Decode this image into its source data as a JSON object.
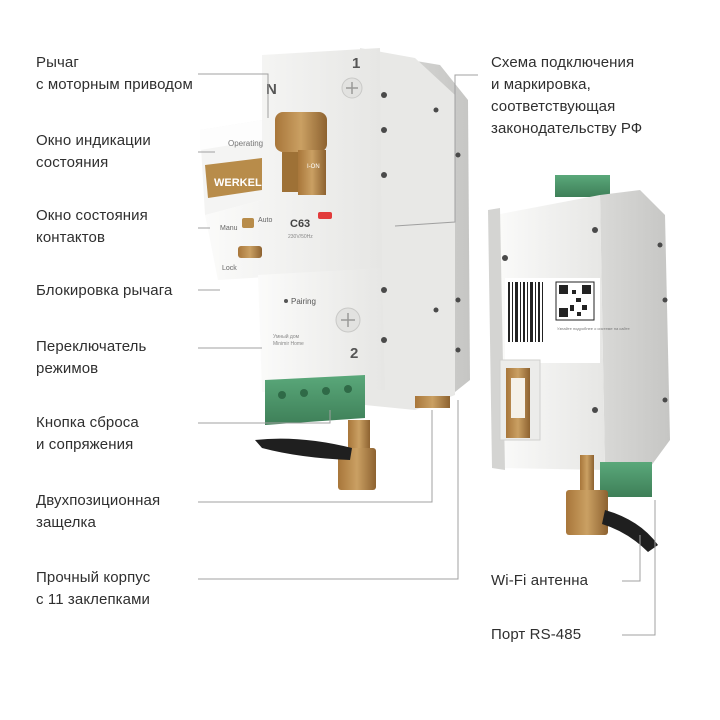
{
  "left_labels": [
    {
      "line1": "Рычаг",
      "line2": "с моторным приводом"
    },
    {
      "line1": "Окно индикации",
      "line2": "состояния"
    },
    {
      "line1": "Окно состояния",
      "line2": "контактов"
    },
    {
      "line1": "Блокировка рычага",
      "line2": ""
    },
    {
      "line1": "Переключатель",
      "line2": "режимов"
    },
    {
      "line1": "Кнопка сброса",
      "line2": "и сопряжения"
    },
    {
      "line1": "Двухпозиционная",
      "line2": "защелка"
    },
    {
      "line1": "Прочный корпус",
      "line2": "с 11 заклепками"
    }
  ],
  "right_labels": [
    {
      "line1": "Схема подключения",
      "line2": "и маркировка,",
      "line3": "соответствующая",
      "line4": "законодательству РФ"
    },
    {
      "line1": "Wi-Fi антенна"
    },
    {
      "line1": "Порт RS-485"
    }
  ],
  "device_front": {
    "brand": "WERKEL",
    "rating": "C63",
    "voltage": "230V/50Hz",
    "operating": "Operating",
    "manu": "Manu",
    "auto": "Auto",
    "lock": "Lock",
    "pairing": "Pairing",
    "on_mark": "I-ON",
    "terminal_top_n": "N",
    "terminal_top_1": "1",
    "terminal_bottom_2": "2",
    "ecosystem": "Умный дом",
    "ecosystem_brand": "Minimir Home"
  },
  "device_side": {
    "qr_caption": "Узнайте подробнее о системе на сайте"
  },
  "colors": {
    "body": "#f2f2f1",
    "body_shade": "#dcdcdb",
    "lever": "#b88c4a",
    "terminal": "#4f9a6e",
    "antenna": "#1f1f1f",
    "leader": "#9a9a9a"
  }
}
